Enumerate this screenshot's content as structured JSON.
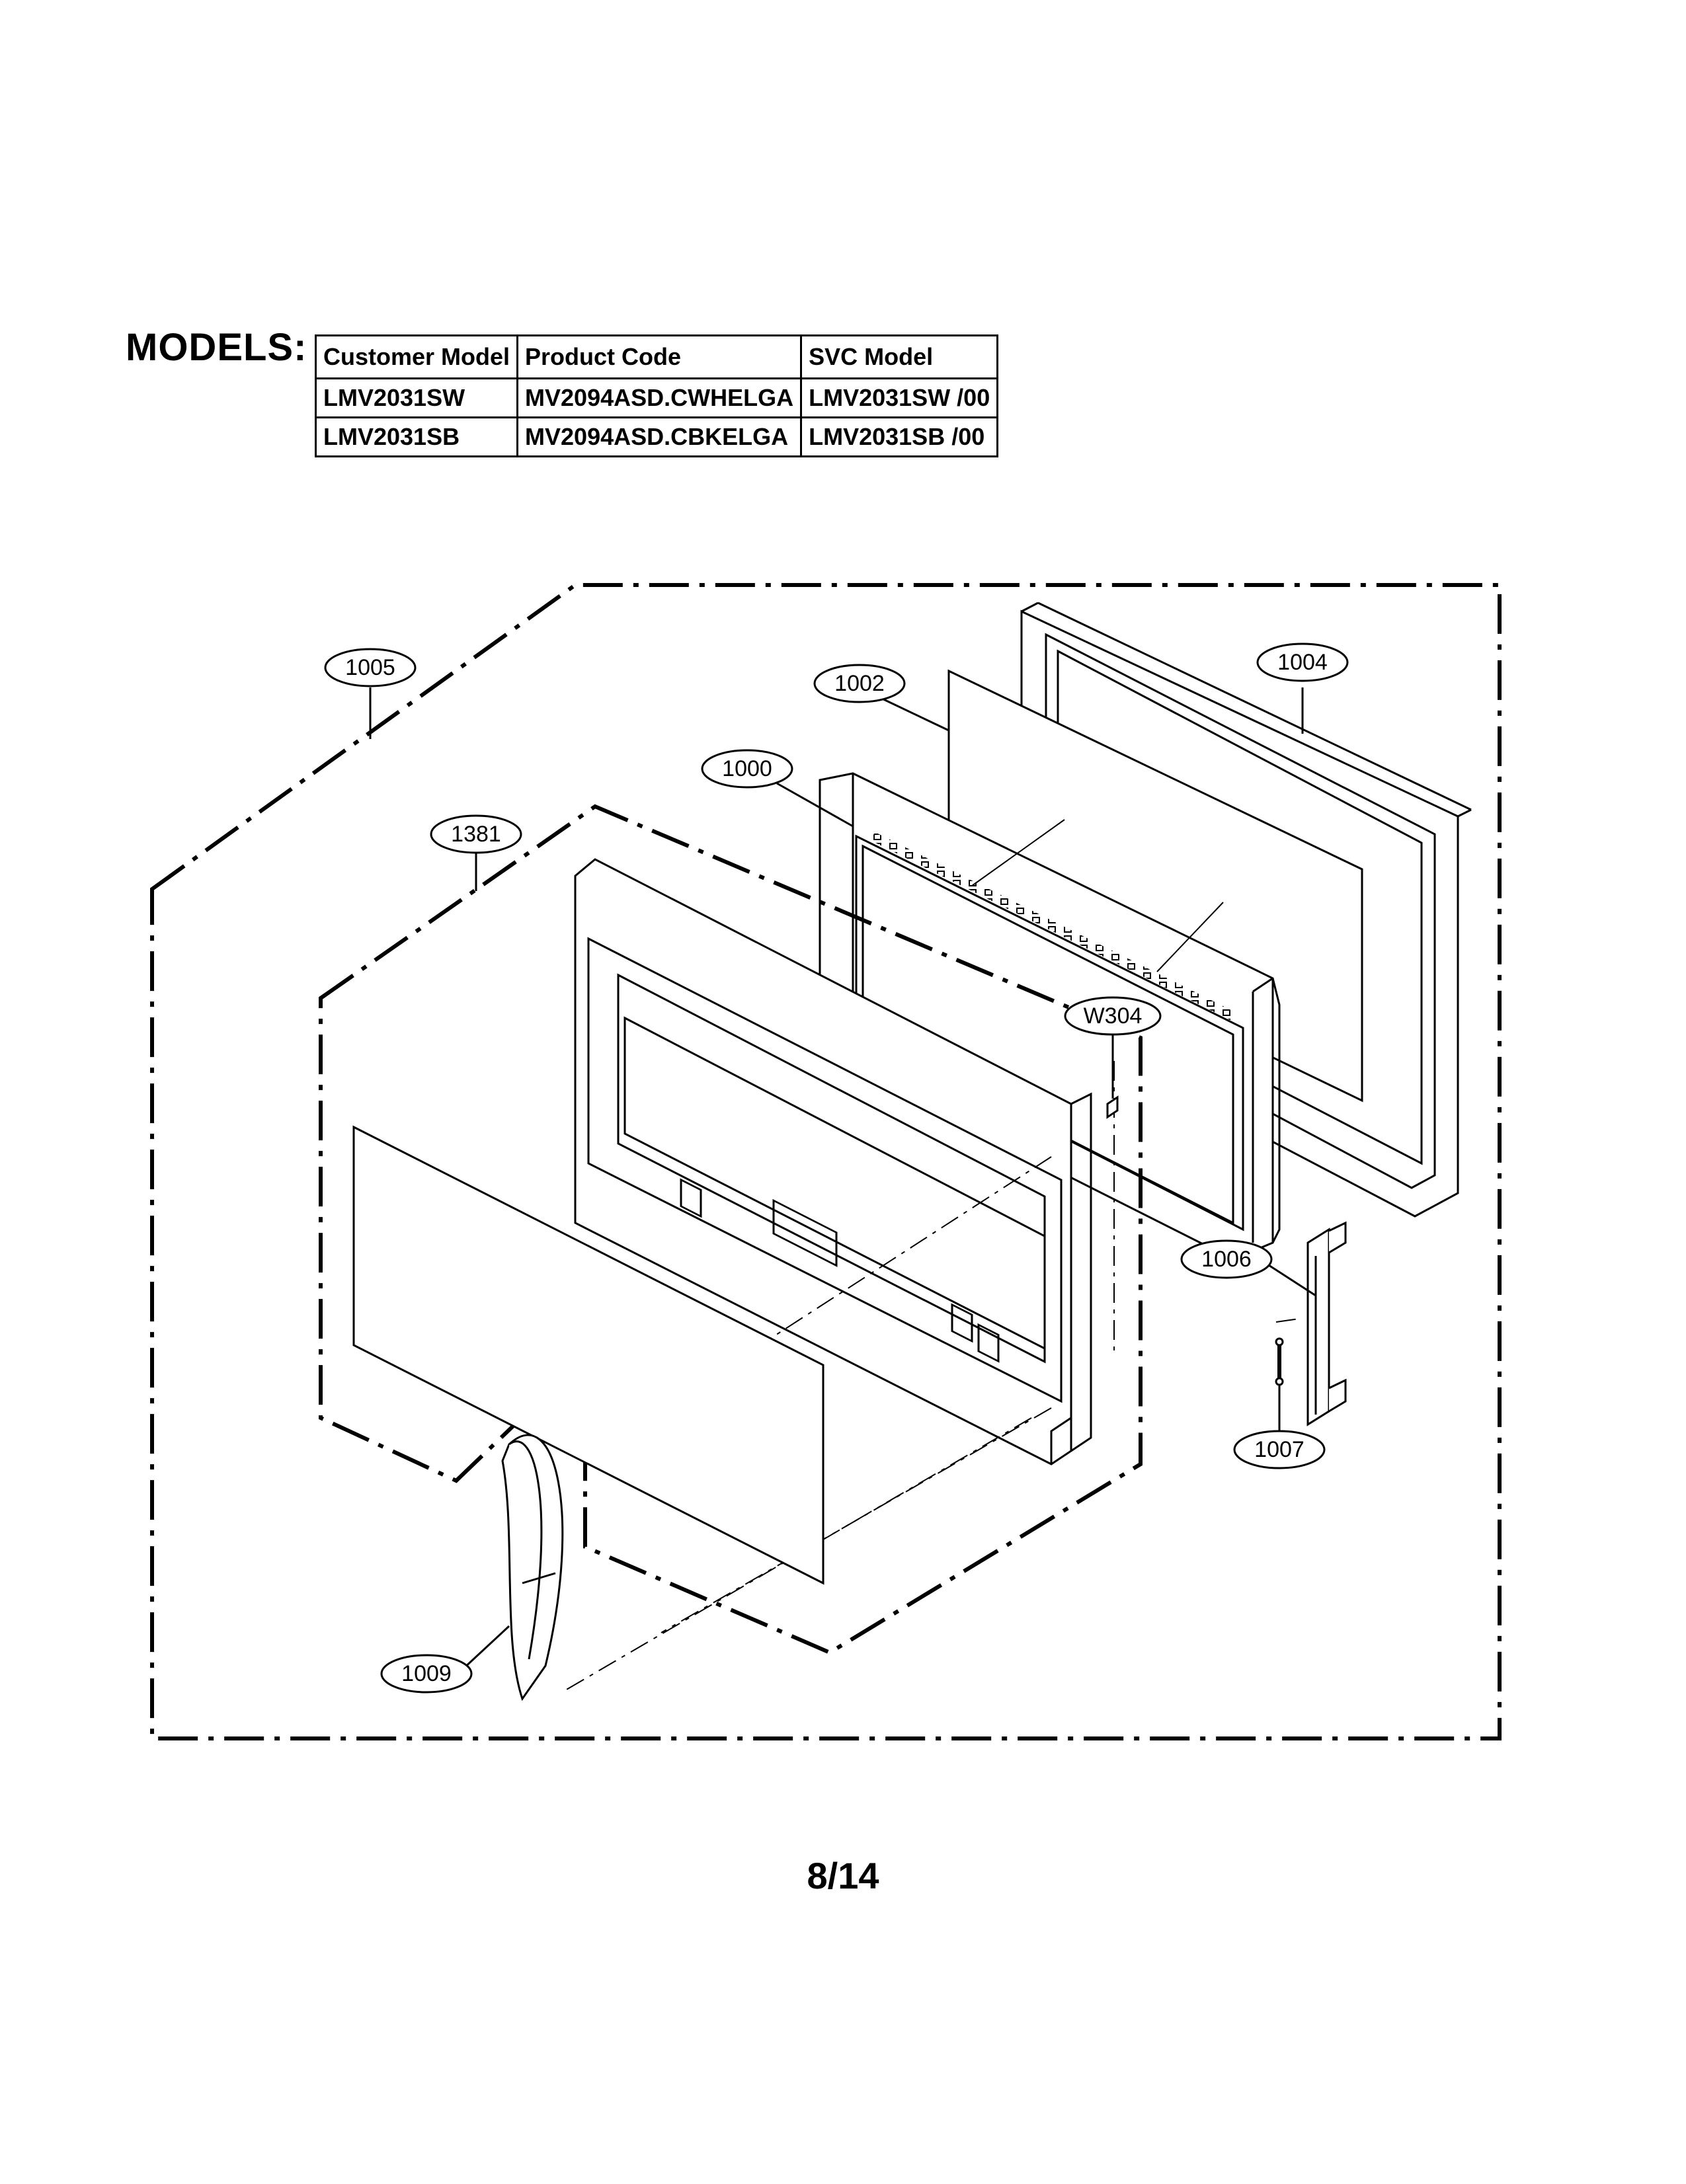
{
  "models_label": "MODELS:",
  "table": {
    "headers": [
      "Customer Model",
      "Product Code",
      "SVC Model"
    ],
    "rows": [
      [
        "LMV2031SW",
        "MV2094ASD.CWHELGA",
        "LMV2031SW /00"
      ],
      [
        "LMV2031SB",
        "MV2094ASD.CBKELGA",
        "LMV2031SB /00"
      ]
    ]
  },
  "callouts": {
    "p1005": "1005",
    "p1002": "1002",
    "p1004": "1004",
    "p1000": "1000",
    "p1381": "1381",
    "w304": "W304",
    "p1006": "1006",
    "p1007": "1007",
    "p1009": "1009"
  },
  "page_number": "8/14"
}
